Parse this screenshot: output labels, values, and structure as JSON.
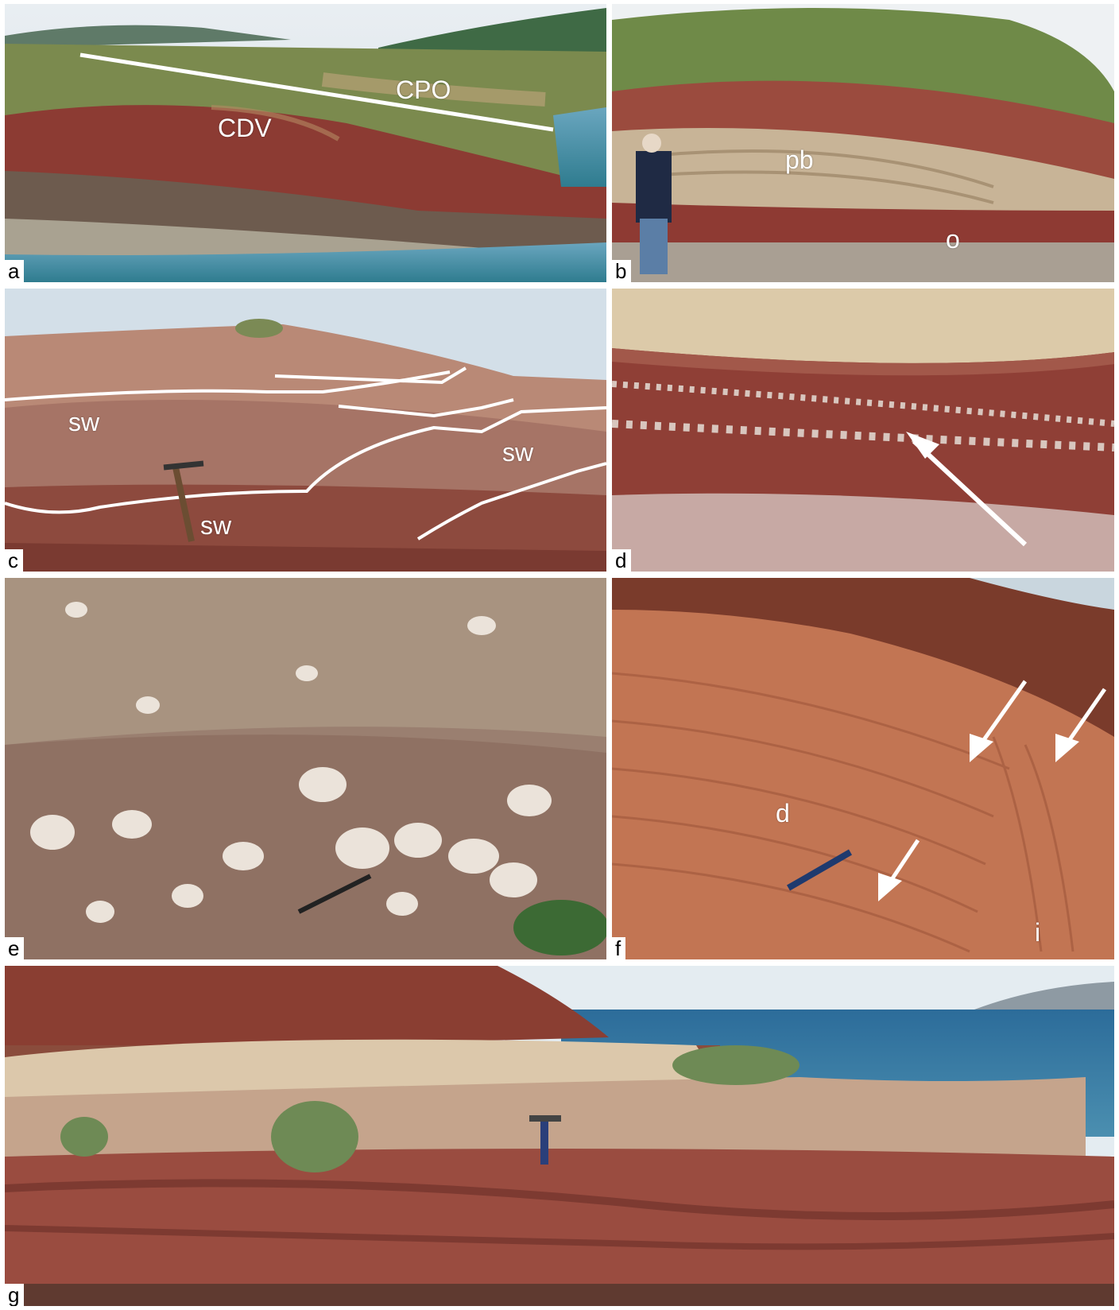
{
  "panels": {
    "a": {
      "label": "a",
      "annotations": {
        "cpo": "CPO",
        "cdv": "CDV"
      }
    },
    "b": {
      "label": "b",
      "annotations": {
        "pb": "pb",
        "o": "o"
      }
    },
    "c": {
      "label": "c",
      "annotations": {
        "sw1": "sw",
        "sw2": "sw",
        "sw3": "sw"
      }
    },
    "d": {
      "label": "d"
    },
    "e": {
      "label": "e"
    },
    "f": {
      "label": "f",
      "annotations": {
        "d": "d",
        "i": "i"
      }
    },
    "g": {
      "label": "g"
    }
  },
  "colors": {
    "annotation": "#ffffff",
    "label_bg": "#ffffff",
    "red_bed": "#9a3a30",
    "sandstone": "#d9c3a3",
    "sky": "#dfe8ef",
    "sea": "#3f7fa6",
    "vegetation": "#6f8a48"
  }
}
